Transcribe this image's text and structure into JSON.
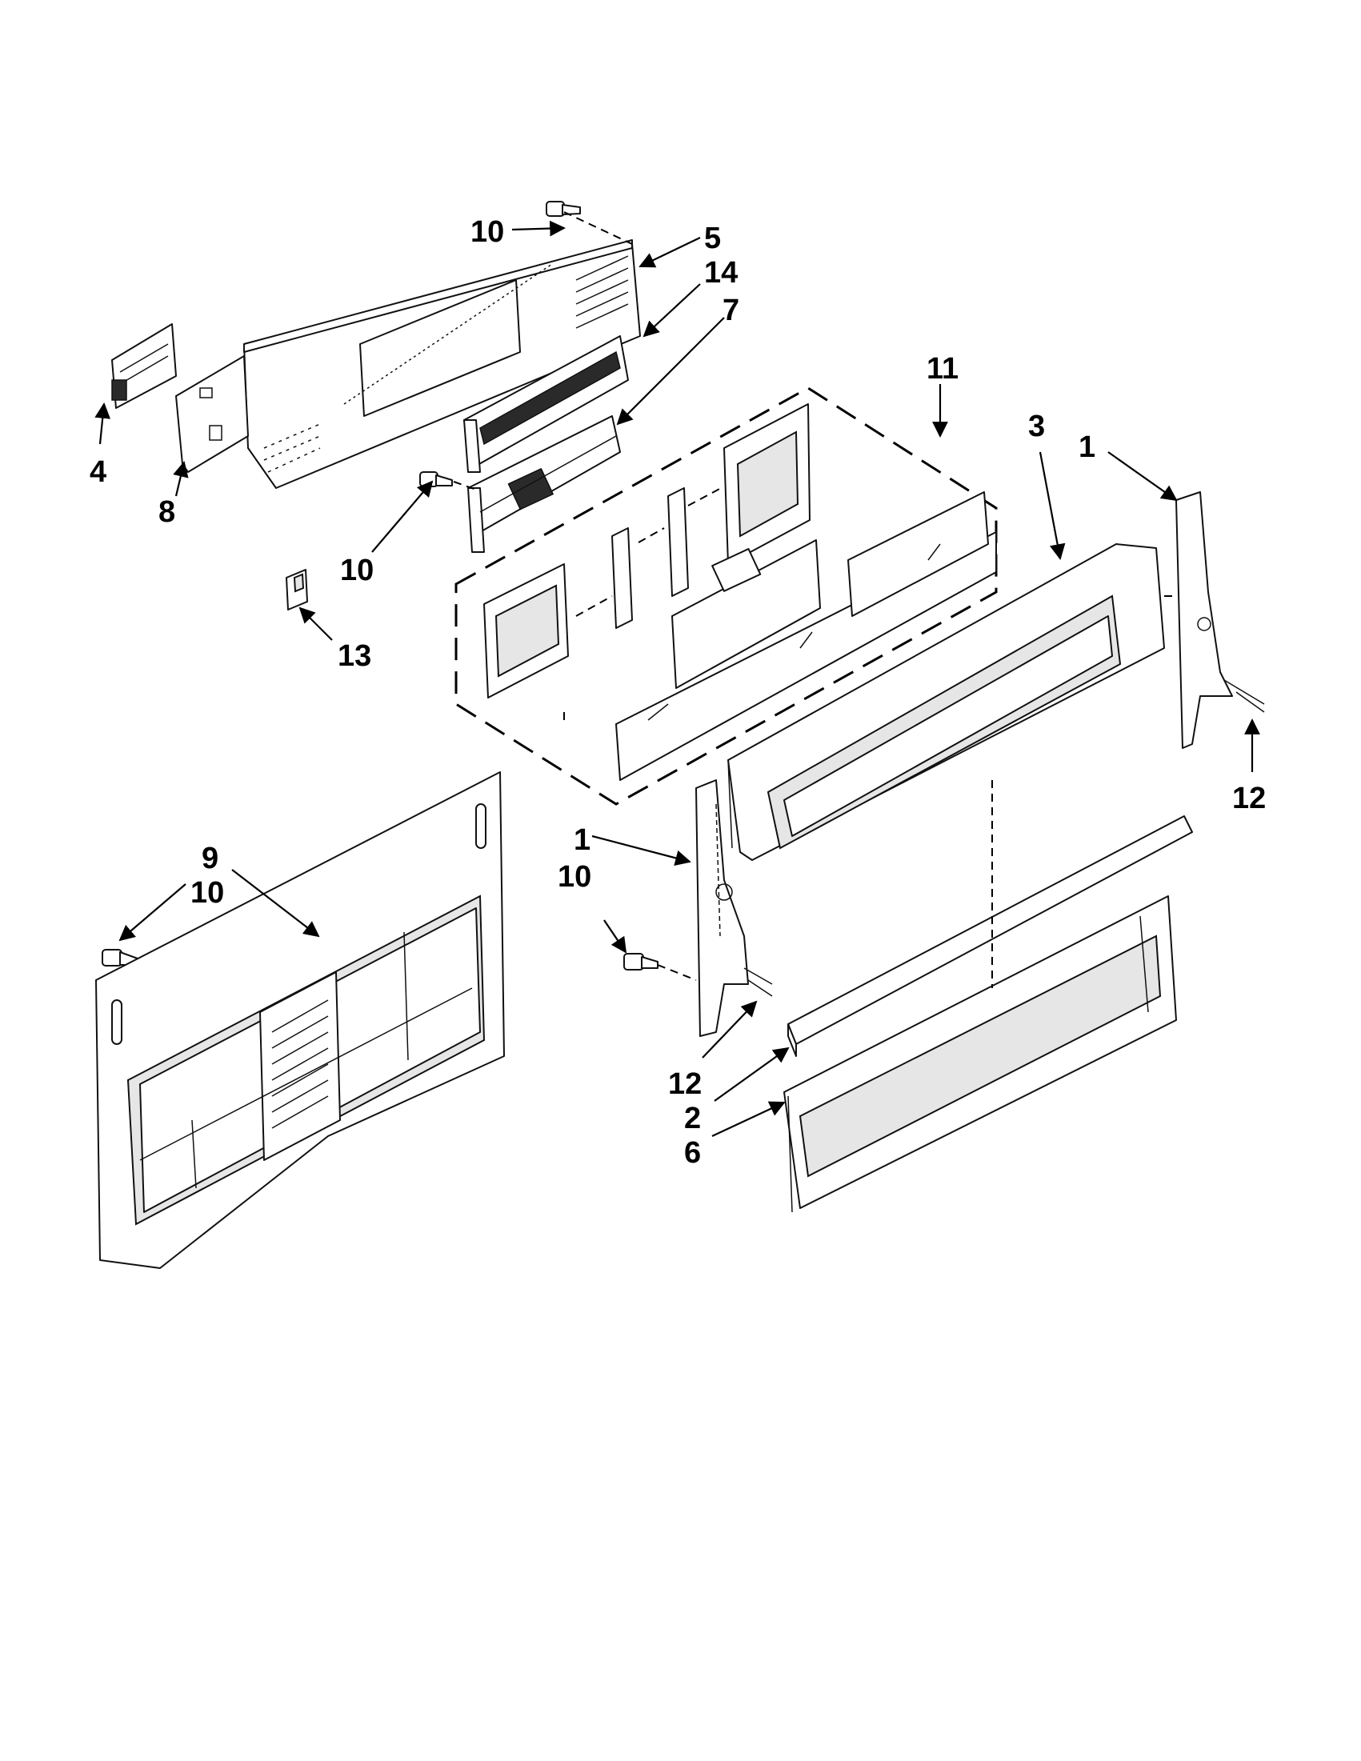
{
  "callouts": {
    "c10a": "10",
    "c5": "5",
    "c14": "14",
    "c7": "7",
    "c11": "11",
    "c3": "3",
    "c1a": "1",
    "c4": "4",
    "c8": "8",
    "c10b": "10",
    "c13": "13",
    "c12a": "12",
    "c9": "9",
    "c10c": "10",
    "c1b": "1",
    "c10d": "10",
    "c12b": "12",
    "c2": "2",
    "c6": "6"
  }
}
